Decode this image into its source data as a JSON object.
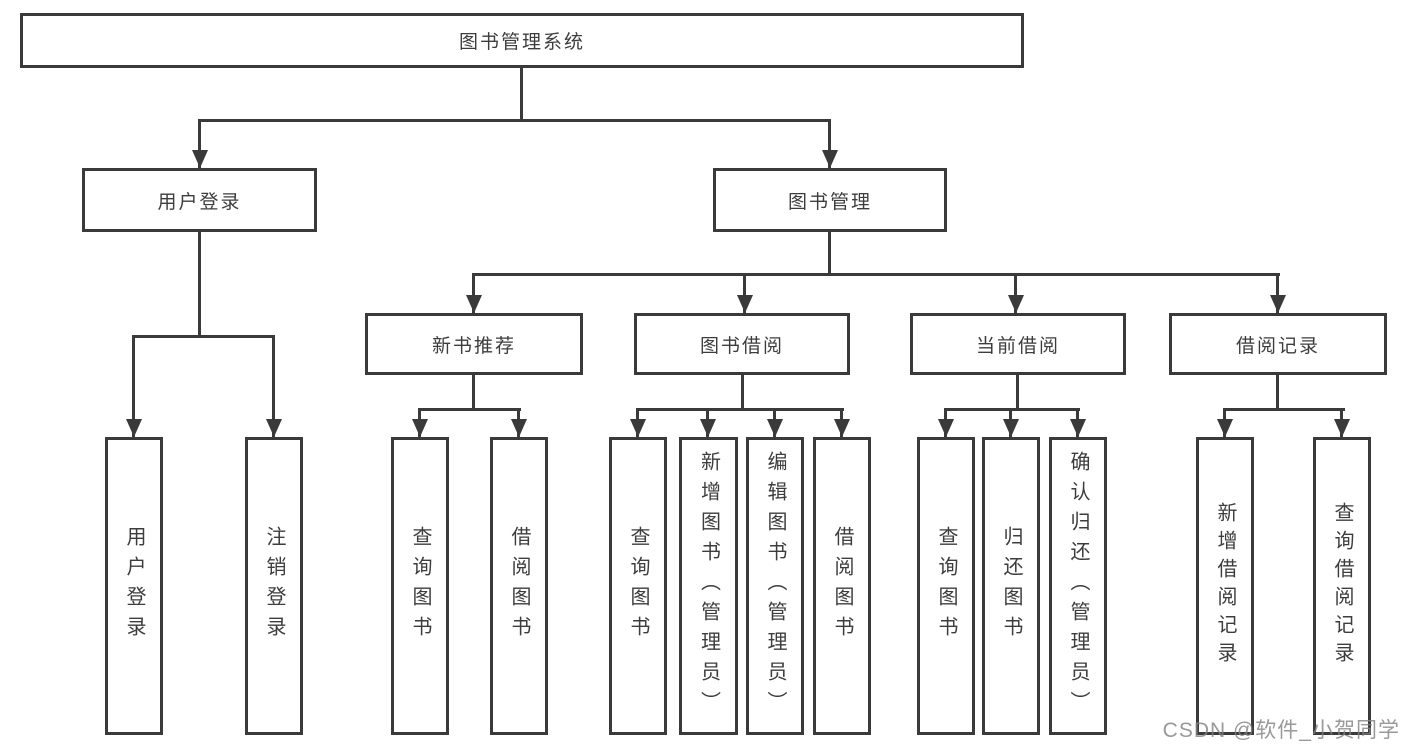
{
  "diagram": {
    "root": {
      "label": "图书管理系统"
    },
    "level2": [
      {
        "label": "用户登录"
      },
      {
        "label": "图书管理"
      }
    ],
    "level3": [
      {
        "label": "新书推荐"
      },
      {
        "label": "图书借阅"
      },
      {
        "label": "当前借阅"
      },
      {
        "label": "借阅记录"
      }
    ],
    "leaves": [
      {
        "label": "用户登录"
      },
      {
        "label": "注销登录"
      },
      {
        "label": "查询图书"
      },
      {
        "label": "借阅图书"
      },
      {
        "label": "查询图书"
      },
      {
        "label": "新增图书（管理员）"
      },
      {
        "label": "编辑图书（管理员）"
      },
      {
        "label": "借阅图书"
      },
      {
        "label": "查询图书"
      },
      {
        "label": "归还图书"
      },
      {
        "label": "确认归还（管理员）"
      },
      {
        "label": "新增借阅记录"
      },
      {
        "label": "查询借阅记录"
      }
    ],
    "watermark": "CSDN @软件_小贺同学",
    "colors": {
      "line": "#3a3a3a",
      "text": "#3d3d3d",
      "watermark": "#8f8f8f",
      "background": "#ffffff"
    }
  }
}
